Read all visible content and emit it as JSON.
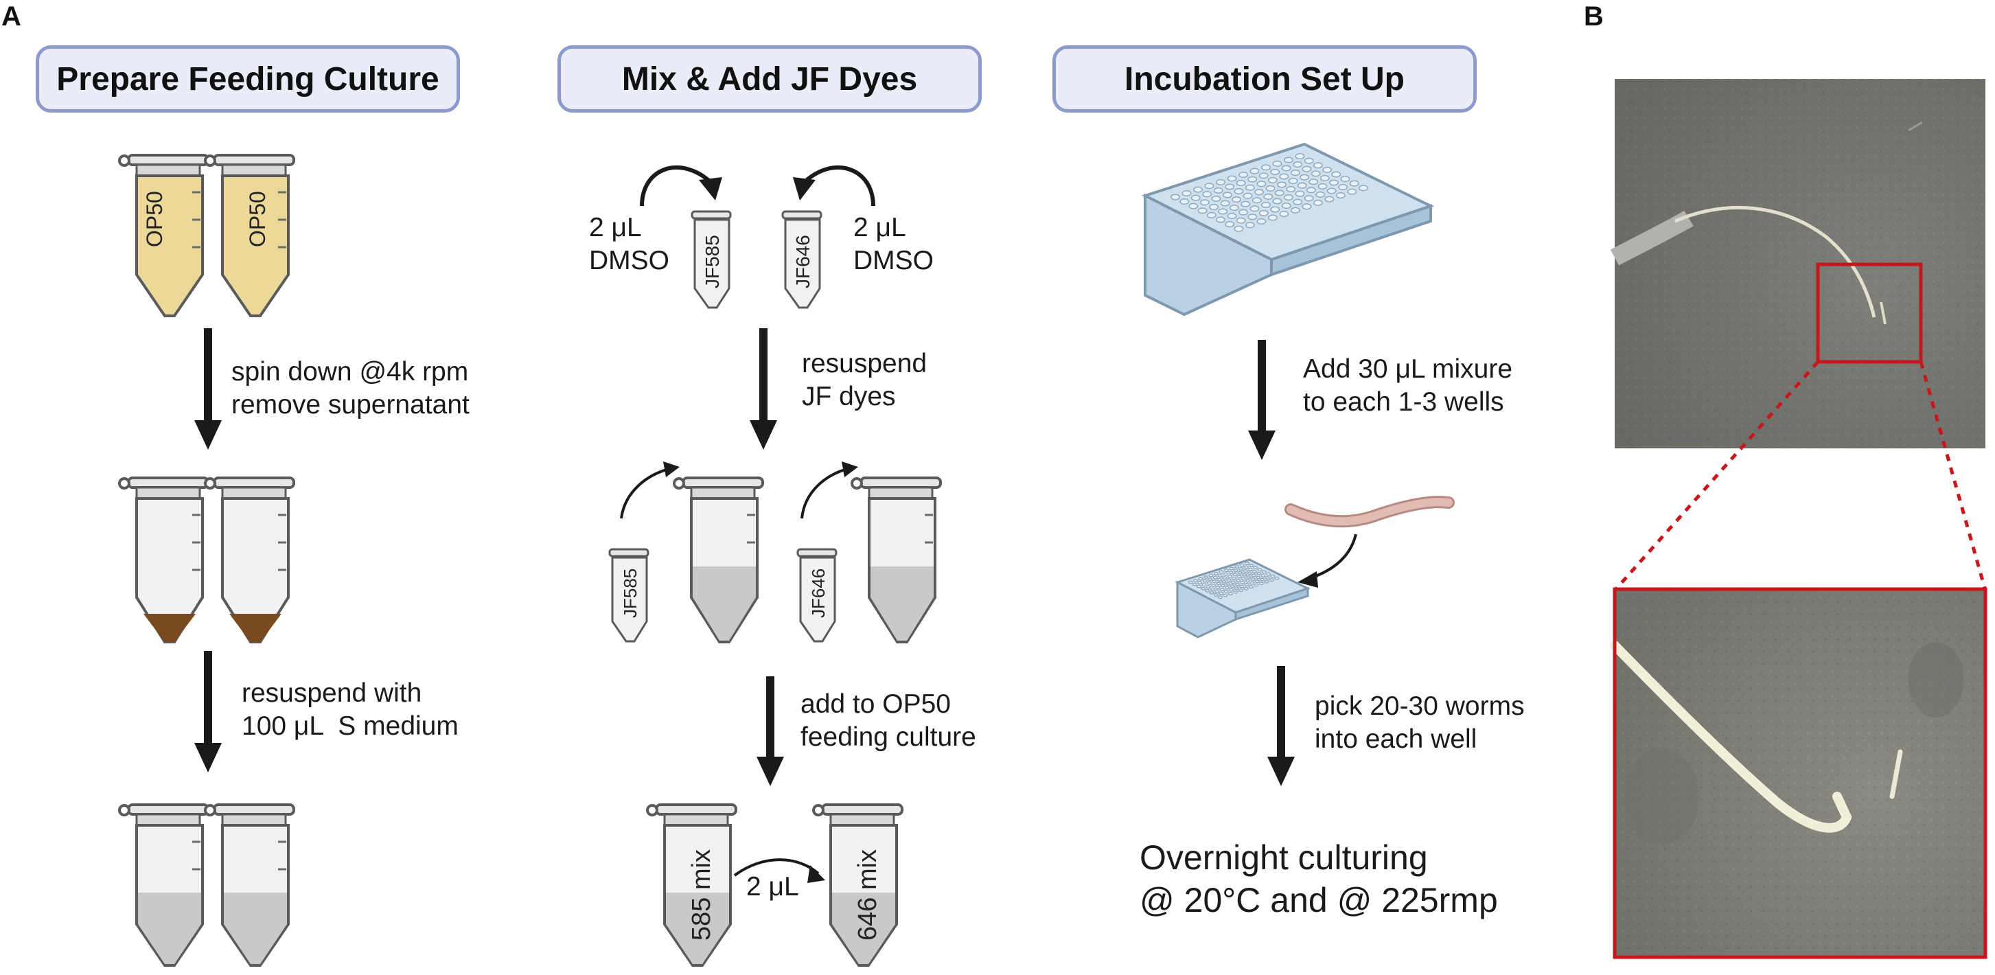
{
  "panel_labels": {
    "a": "A",
    "b": "B"
  },
  "column1": {
    "title": "Prepare Feeding Culture",
    "tube_label": "OP50",
    "step1": "spin down @4k rpm\nremove supernatant",
    "step2": "resuspend with\n100 μL  S medium"
  },
  "column2": {
    "title": "Mix & Add JF Dyes",
    "dmso_left": "2 μL\nDMSO",
    "dmso_right": "2 μL\nDMSO",
    "tube_jf585": "JF585",
    "tube_jf646": "JF646",
    "step1": "resuspend\nJF dyes",
    "step2": "add to OP50\nfeeding culture",
    "transfer": "2 μL",
    "mix585": "585 mix",
    "mix646": "646 mix"
  },
  "column3": {
    "title": "Incubation Set Up",
    "step1": "Add 30 μL mixure\nto each 1-3 wells",
    "step2": "pick 20-30 worms\ninto each well",
    "final": "Overnight culturing\n@ 20°C and @ 225rmp"
  },
  "colors": {
    "title_border": "#8d9bcc",
    "title_fill": "#eaedf8",
    "culture_yellow": "#ecd99a",
    "pellet_brown": "#7a4a1e",
    "liquid_gray": "#c9c9c9",
    "plate_blue": "#cfe0ee",
    "worm_pink": "#d9aea6",
    "zoom_red": "#c8161d"
  }
}
